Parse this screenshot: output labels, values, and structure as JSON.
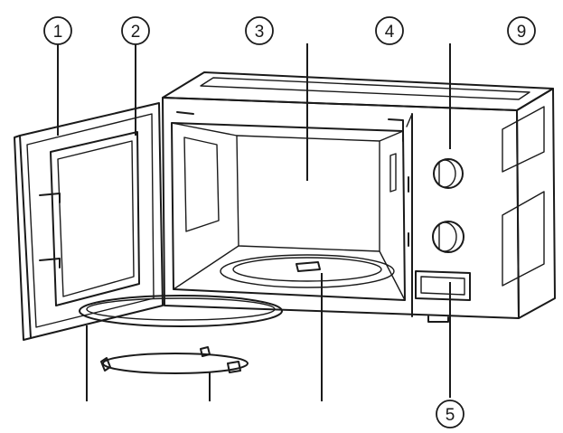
{
  "callouts": [
    {
      "id": "c1",
      "label": "1"
    },
    {
      "id": "c2",
      "label": "2"
    },
    {
      "id": "c3",
      "label": "3"
    },
    {
      "id": "c4",
      "label": "4"
    },
    {
      "id": "c9",
      "label": "9"
    },
    {
      "id": "c5",
      "label": "5"
    }
  ]
}
